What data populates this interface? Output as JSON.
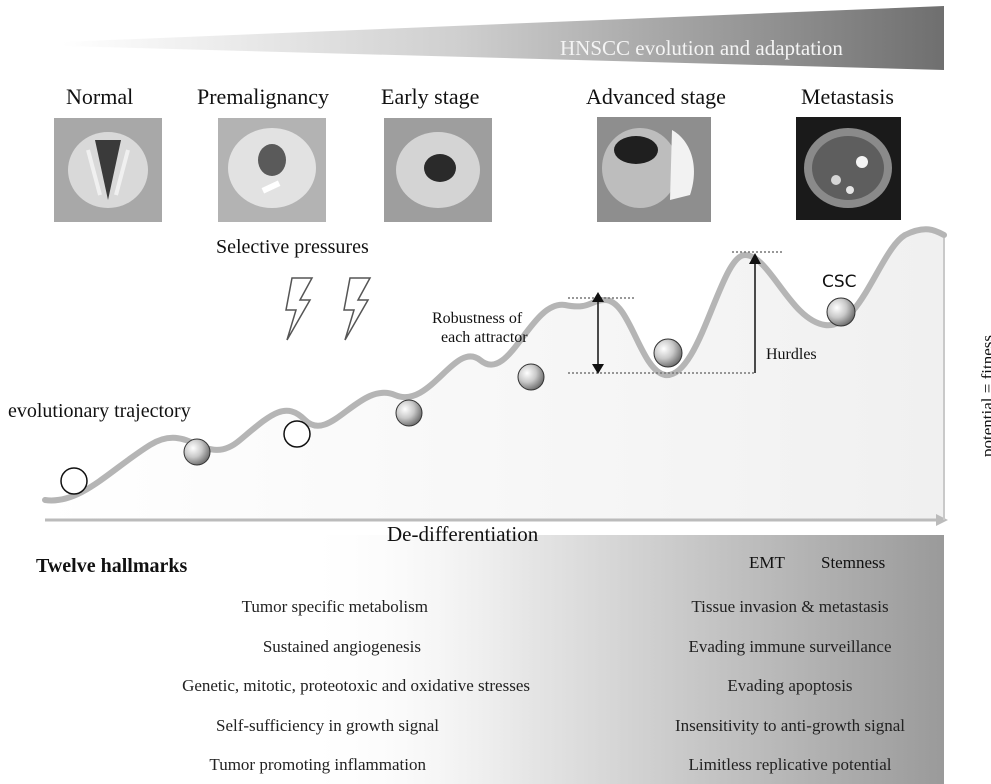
{
  "banner": {
    "title": "HNSCC evolution and adaptation"
  },
  "stages": [
    "Normal",
    "Premalignancy",
    "Early stage",
    "Advanced stage",
    "Metastasis"
  ],
  "landscape": {
    "selective_pressures": "Selective pressures",
    "robustness_line1": "Robustness of",
    "robustness_line2": "each attractor",
    "hurdles": "Hurdles",
    "csc": "CSC",
    "trajectory": "evolutionary trajectory",
    "y_axis": "potential = fitness",
    "x_axis": "De-differentiation"
  },
  "hallmarks": {
    "title": "Twelve hallmarks",
    "emt": "EMT",
    "stemness": "Stemness",
    "left": [
      "Tumor specific metabolism",
      "Sustained angiogenesis",
      "Genetic, mitotic, proteotoxic and oxidative stresses",
      "Self-sufficiency in growth signal",
      "Tumor promoting inflammation"
    ],
    "right": [
      "Tissue invasion & metastasis",
      "Evading immune surveillance",
      "Evading apoptosis",
      "Insensitivity to anti-growth signal",
      "Limitless replicative potential"
    ]
  }
}
